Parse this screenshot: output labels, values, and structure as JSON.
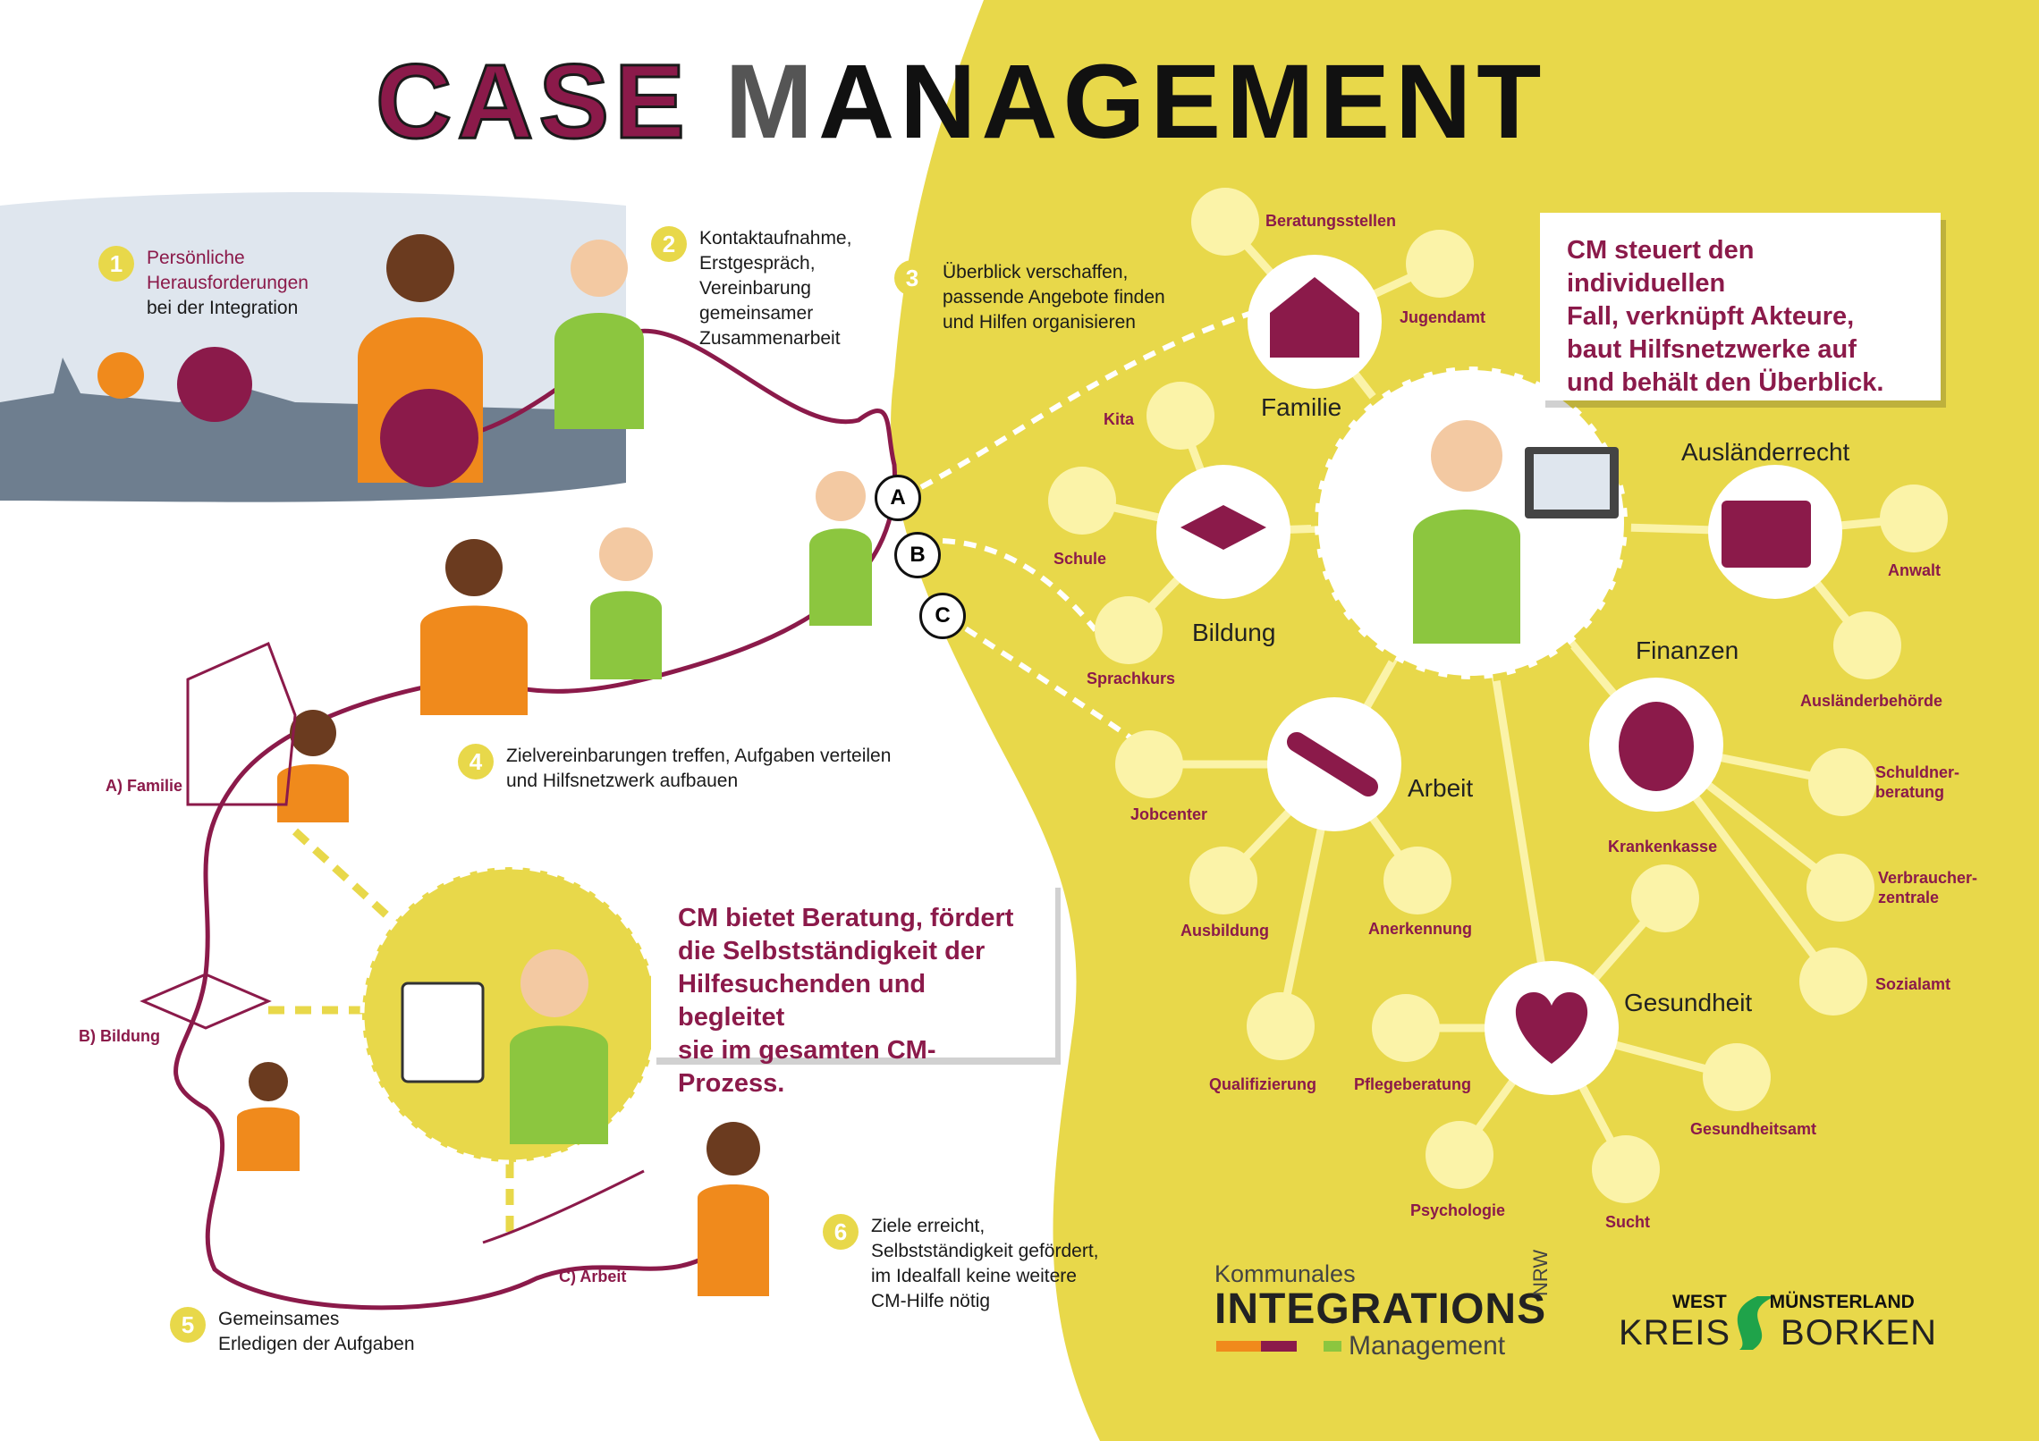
{
  "title": {
    "part1": "CASE",
    "part2": "M",
    "part3": "ANAGEMENT"
  },
  "steps": [
    {
      "num": "1",
      "text_highlight": "Persönliche\nHerausforderungen",
      "text": "bei der Integration"
    },
    {
      "num": "2",
      "text": "Kontaktaufnahme,\nErstgespräch,\nVereinbarung\ngemeinsamer\nZusammenarbeit"
    },
    {
      "num": "3",
      "text": "Überblick verschaffen,\npassende Angebote finden\nund Hilfen organisieren"
    },
    {
      "num": "4",
      "text": "Zielvereinbarungen treffen, Aufgaben verteilen\nund Hilfsnetzwerk aufbauen"
    },
    {
      "num": "5",
      "text": "Gemeinsames\nErledigen der Aufgaben"
    },
    {
      "num": "6",
      "text": "Ziele erreicht,\nSelbstständigkeit gefördert,\nim Idealfall keine weitere\nCM-Hilfe nötig"
    }
  ],
  "abc": [
    "A",
    "B",
    "C"
  ],
  "left_labels": {
    "familie": "A) Familie",
    "bildung": "B) Bildung",
    "arbeit": "C) Arbeit"
  },
  "callout_right": "CM steuert den individuellen\nFall, verknüpft Akteure,\nbaut Hilfsnetzwerke auf\nund behält den Überblick.",
  "callout_left": "CM bietet Beratung, fördert\ndie Selbstständigkeit der\nHilfesuchenden und begleitet\nsie im gesamten CM-Prozess.",
  "categories": {
    "familie": "Familie",
    "auslaenderrecht": "Ausländerrecht",
    "bildung": "Bildung",
    "finanzen": "Finanzen",
    "arbeit": "Arbeit",
    "gesundheit": "Gesundheit"
  },
  "services": {
    "beratungsstellen": "Beratungsstellen",
    "jugendamt": "Jugendamt",
    "kita": "Kita",
    "schule": "Schule",
    "sprachkurs": "Sprachkurs",
    "anwalt": "Anwalt",
    "auslaenderbehoerde": "Ausländerbehörde",
    "jobcenter": "Jobcenter",
    "ausbildung": "Ausbildung",
    "anerkennung": "Anerkennung",
    "qualifizierung": "Qualifizierung",
    "schuldnerberatung": "Schuldner-\nberatung",
    "verbraucherzentrale": "Verbraucher-\nzentrale",
    "sozialamt": "Sozialamt",
    "krankenkasse": "Krankenkasse",
    "pflegeberatung": "Pflegeberatung",
    "gesundheitsamt": "Gesundheitsamt",
    "psychologie": "Psychologie",
    "sucht": "Sucht"
  },
  "logos": {
    "kommunales": "Kommunales",
    "integrations": "INTEGRATIONS",
    "management": "Management",
    "nrw": "NRW",
    "west": "WEST",
    "muensterland": "MÜNSTERLAND",
    "kreis": "KREIS",
    "borken": "BORKEN"
  },
  "colors": {
    "yellow": "#e8d84a",
    "purple": "#8b1a4a",
    "orange": "#f08a1c",
    "green": "#8cc63f"
  }
}
